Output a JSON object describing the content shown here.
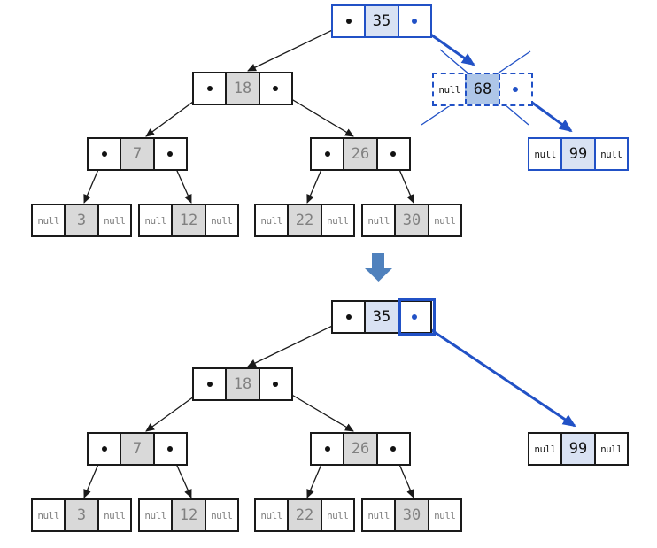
{
  "labels": {
    "null": "null"
  },
  "nodes": {
    "n35": "35",
    "n18": "18",
    "n7": "7",
    "n26": "26",
    "n3": "3",
    "n12": "12",
    "n22": "22",
    "n30": "30",
    "n68": "68",
    "n99": "99"
  },
  "colors": {
    "blue": "#2151c6",
    "light_blue": "#d9e2f3",
    "mid_blue": "#aec6e8",
    "gray_fill": "#d9d9d9",
    "gray_text": "#808080",
    "black": "#1a1a1a",
    "block_arrow": "#4f81bd"
  }
}
